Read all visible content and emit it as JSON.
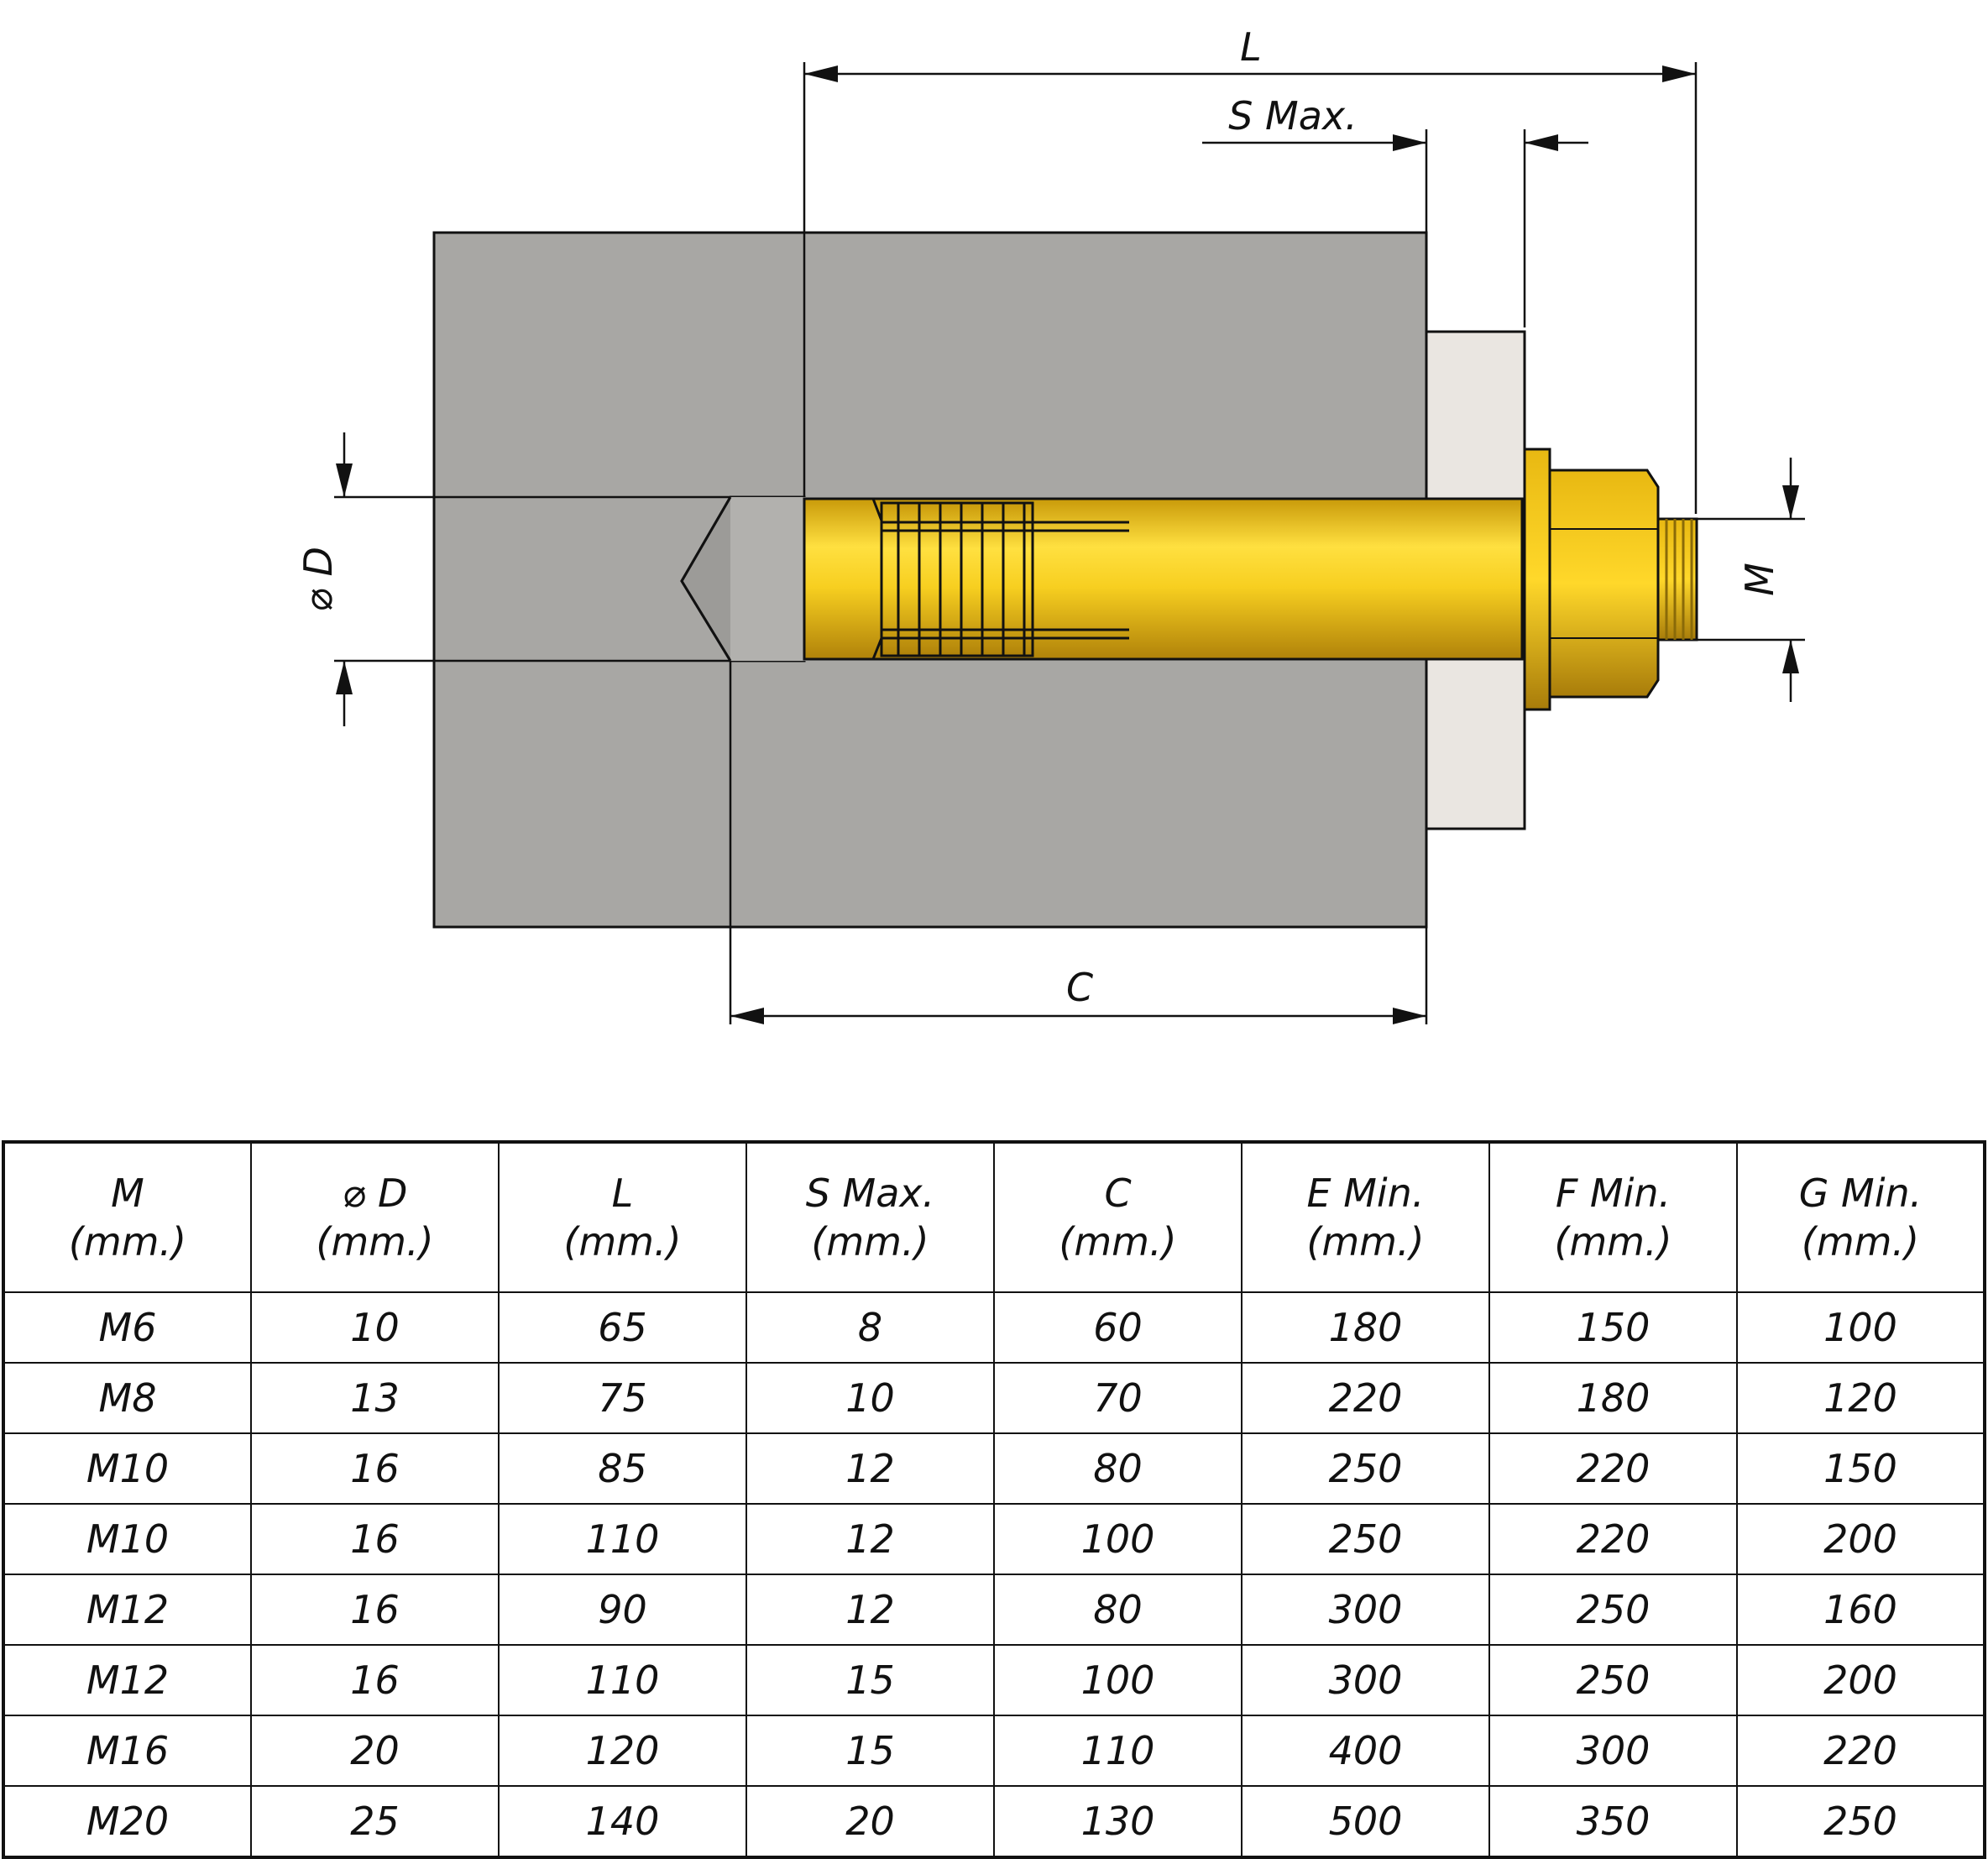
{
  "drawing": {
    "labels": {
      "L": "L",
      "S": "S Max.",
      "C": "C",
      "D": "D",
      "M": "M",
      "phi": "⌀"
    },
    "colors": {
      "concrete": "#a8a7a4",
      "plate": "#eae6e1",
      "brass": "#f2c41c",
      "brass_dark": "#b88a08",
      "outline": "#111111"
    }
  },
  "table": {
    "headers": [
      {
        "name": "M",
        "unit": "(mm.)"
      },
      {
        "name": "⌀ D",
        "unit": "(mm.)"
      },
      {
        "name": "L",
        "unit": "(mm.)"
      },
      {
        "name": "S Max.",
        "unit": "(mm.)"
      },
      {
        "name": "C",
        "unit": "(mm.)"
      },
      {
        "name": "E Min.",
        "unit": "(mm.)"
      },
      {
        "name": "F Min.",
        "unit": "(mm.)"
      },
      {
        "name": "G Min.",
        "unit": "(mm.)"
      }
    ],
    "rows": [
      [
        "M6",
        "10",
        "65",
        "8",
        "60",
        "180",
        "150",
        "100"
      ],
      [
        "M8",
        "13",
        "75",
        "10",
        "70",
        "220",
        "180",
        "120"
      ],
      [
        "M10",
        "16",
        "85",
        "12",
        "80",
        "250",
        "220",
        "150"
      ],
      [
        "M10",
        "16",
        "110",
        "12",
        "100",
        "250",
        "220",
        "200"
      ],
      [
        "M12",
        "16",
        "90",
        "12",
        "80",
        "300",
        "250",
        "160"
      ],
      [
        "M12",
        "16",
        "110",
        "15",
        "100",
        "300",
        "250",
        "200"
      ],
      [
        "M16",
        "20",
        "120",
        "15",
        "110",
        "400",
        "300",
        "220"
      ],
      [
        "M20",
        "25",
        "140",
        "20",
        "130",
        "500",
        "350",
        "250"
      ]
    ]
  }
}
